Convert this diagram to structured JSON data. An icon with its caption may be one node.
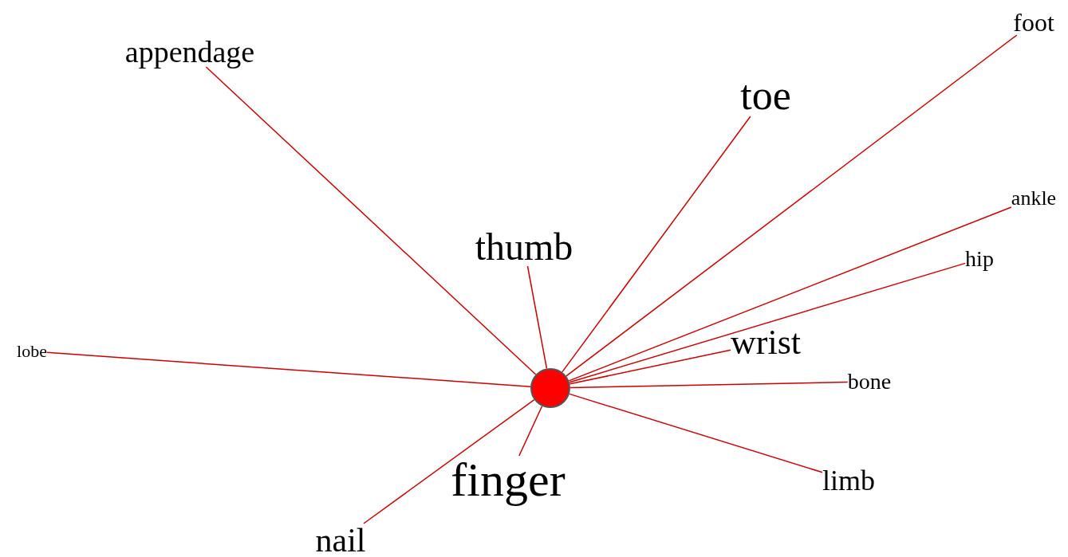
{
  "diagram": {
    "nodes": [
      {
        "text": [],
        "shape": "circle"
      },
      {
        "text": [
          "foot"
        ]
      },
      {
        "text": [
          "appendage"
        ]
      },
      {
        "text": [
          "toe"
        ]
      },
      {
        "text": [
          "ankle"
        ]
      },
      {
        "text": [
          "thumb"
        ]
      },
      {
        "text": [
          "hip"
        ]
      },
      {
        "text": [
          "wrist"
        ]
      },
      {
        "text": [
          "lobe"
        ]
      },
      {
        "text": [
          "bone"
        ]
      },
      {
        "text": [
          "finger"
        ]
      },
      {
        "text": [
          "limb"
        ]
      },
      {
        "text": [
          "nail"
        ]
      }
    ],
    "edges": [
      {
        "from": 0,
        "to": 1,
        "arrow": "none"
      },
      {
        "from": 0,
        "to": 2,
        "arrow": "none"
      },
      {
        "from": 0,
        "to": 3,
        "arrow": "none"
      },
      {
        "from": 0,
        "to": 4,
        "arrow": "none"
      },
      {
        "from": 0,
        "to": 5,
        "arrow": "none"
      },
      {
        "from": 0,
        "to": 6,
        "arrow": "none"
      },
      {
        "from": 0,
        "to": 7,
        "arrow": "none"
      },
      {
        "from": 0,
        "to": 8,
        "arrow": "none"
      },
      {
        "from": 0,
        "to": 9,
        "arrow": "none"
      },
      {
        "from": 0,
        "to": 10,
        "arrow": "none"
      },
      {
        "from": 0,
        "to": 11,
        "arrow": "none"
      },
      {
        "from": 0,
        "to": 12,
        "arrow": "none"
      }
    ]
  }
}
